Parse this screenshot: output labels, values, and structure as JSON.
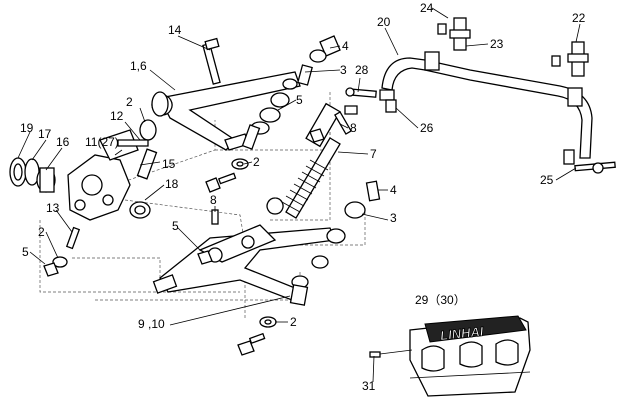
{
  "callouts": {
    "c14": "14",
    "c4a": "4",
    "c16b": "1,6",
    "c3a": "3",
    "c28": "28",
    "c2a": "2",
    "c5a": "5",
    "c8a": "8",
    "c12": "12",
    "c11": "11(27)",
    "c19": "19",
    "c17": "17",
    "c16": "16",
    "c15": "15",
    "c2b": "2",
    "c7": "7",
    "c18": "18",
    "c8b": "8",
    "c4b": "4",
    "c13": "13",
    "c5b": "5",
    "c3b": "3",
    "c2c": "2",
    "c5c": "5",
    "c910": "9 ,10",
    "c2d": "2",
    "c24": "24",
    "c22": "22",
    "c20": "20",
    "c23": "23",
    "c26": "26",
    "c25": "25",
    "c2930": "29（30）",
    "c31": "31"
  },
  "logo_text": "LINHAI"
}
